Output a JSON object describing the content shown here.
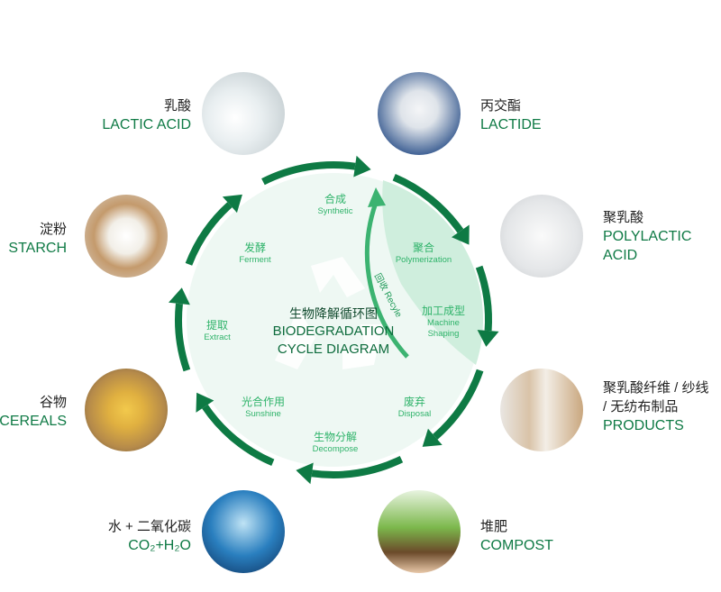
{
  "colors": {
    "dark_green": "#0e7a44",
    "light_green": "#3cb371",
    "circle_bg": "#eef8f3",
    "shade": "#cfeedd"
  },
  "title": {
    "cn": "生物降解循环图",
    "en_line1": "BIODEGRADATION",
    "en_line2": "CYCLE DIAGRAM"
  },
  "steps": [
    {
      "cn": "合成",
      "en": "Synthetic"
    },
    {
      "cn": "聚合",
      "en": "Polymerization"
    },
    {
      "cn": "加工成型",
      "en": "Machine Shaping"
    },
    {
      "cn": "废弃",
      "en": "Disposal"
    },
    {
      "cn": "生物分解",
      "en": "Decompose"
    },
    {
      "cn": "光合作用",
      "en": "Sunshine"
    },
    {
      "cn": "提取",
      "en": "Extract"
    },
    {
      "cn": "发酵",
      "en": "Ferment"
    }
  ],
  "recycle": "回收 Recyle",
  "materials": [
    {
      "cn": "乳酸",
      "en": "LACTIC ACID",
      "icon": "flask-photo"
    },
    {
      "cn": "丙交酯",
      "en": "LACTIDE",
      "icon": "powder-photo"
    },
    {
      "cn": "聚乳酸",
      "en": "POLYLACTIC ACID",
      "icon": "pellets-photo"
    },
    {
      "cn": "聚乳酸纤维 / 纱线 / 无纺布制品",
      "en": "PRODUCTS",
      "icon": "clothing-photo"
    },
    {
      "cn": "堆肥",
      "en": "COMPOST",
      "icon": "seedling-photo"
    },
    {
      "cn": "水 + 二氧化碳",
      "en": "CO₂+H₂O",
      "icon": "water-photo"
    },
    {
      "cn": "谷物",
      "en": "CEREALS",
      "icon": "grain-photo"
    },
    {
      "cn": "淀粉",
      "en": "STARCH",
      "icon": "starch-spoon-photo"
    }
  ]
}
